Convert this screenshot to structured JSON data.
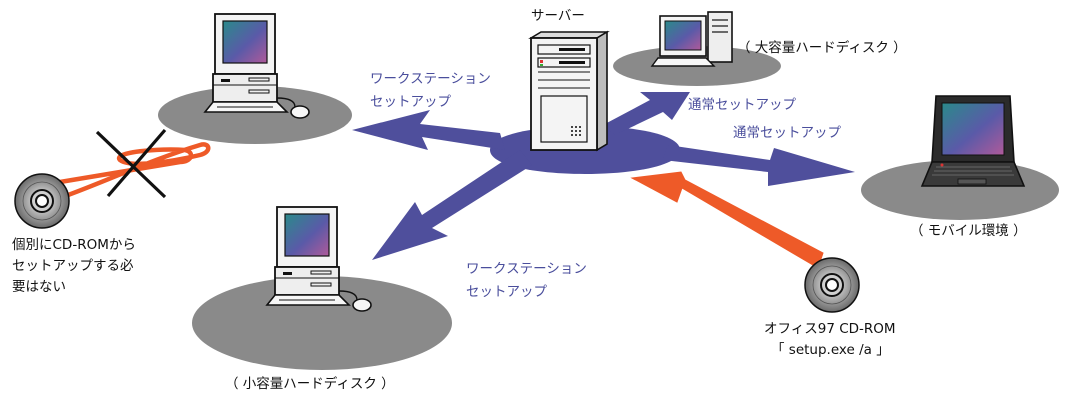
{
  "colors": {
    "network": "#4f4f9c",
    "install_arrow": "#ee5a28",
    "ellipse": "#8a8a8a",
    "label_blue": "#4a4e9c",
    "label_black": "#111111"
  },
  "labels": {
    "server": "サーバー",
    "large_disk": "（ 大容量ハードディスク ）",
    "small_disk": "（ 小容量ハードディスク ）",
    "mobile": "（ モバイル環境 ）",
    "workstation_setup_top_line1": "ワークステーション",
    "workstation_setup_top_line2": "セットアップ",
    "workstation_setup_bottom_line1": "ワークステーション",
    "workstation_setup_bottom_line2": "セットアップ",
    "normal_setup_1": "通常セットアップ",
    "normal_setup_2": "通常セットアップ",
    "no_cd_line1": "個別にCD-ROMから",
    "no_cd_line2": "セットアップする必",
    "no_cd_line3": "要はない",
    "office_cd_line1": "オフィス97 CD-ROM",
    "office_cd_line2": "「 setup.exe /a 」"
  },
  "icons": [
    "server-icon",
    "desktop-pc-icon",
    "laptop-icon",
    "cd-rom-icon",
    "cross-icon"
  ]
}
